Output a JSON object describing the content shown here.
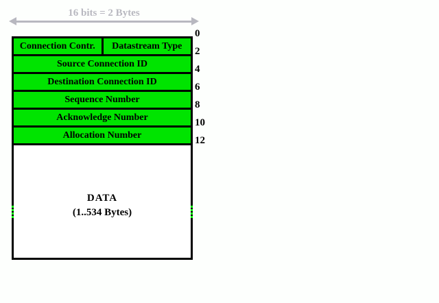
{
  "diagram": {
    "name": "protocol-header-layout",
    "bits_ruler": {
      "label": "16 bits = 2 Bytes"
    },
    "header_rows": [
      {
        "cells": [
          "Connection Contr.",
          "Datastream Type"
        ]
      },
      {
        "cells": [
          "Source Connection ID"
        ]
      },
      {
        "cells": [
          "Destination Connection ID"
        ]
      },
      {
        "cells": [
          "Sequence Number"
        ]
      },
      {
        "cells": [
          "Acknowledge Number"
        ]
      },
      {
        "cells": [
          "Allocation Number"
        ]
      }
    ],
    "byte_offsets": [
      "0",
      "2",
      "4",
      "6",
      "8",
      "10",
      "12"
    ],
    "data_section": {
      "title": "DATA",
      "size": "(1..534 Bytes)"
    },
    "colors": {
      "field_fill": "#00E400",
      "tear_mark": "#00FF00",
      "border": "#000000",
      "ruler": "#B8B8C0",
      "background": "#FDFFFD"
    }
  }
}
